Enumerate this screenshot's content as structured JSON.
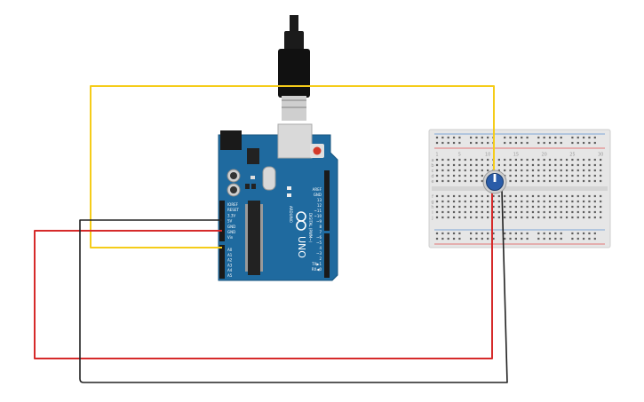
{
  "board": {
    "brand": "ARDUINO",
    "model": "UNO",
    "digital_header": "DIGITAL (PWM~)",
    "analog_header": "ANALOG IN",
    "power_pins": [
      "IOREF",
      "RESET",
      "3.3V",
      "5V",
      "GND",
      "GND",
      "Vin"
    ],
    "analog_pins": [
      "A0",
      "A1",
      "A2",
      "A3",
      "A4",
      "A5"
    ],
    "digital_pins": [
      "AREF",
      "GND",
      "13",
      "12",
      "~11",
      "~10",
      "~9",
      "8",
      "7",
      "~6",
      "~5",
      "4",
      "~3",
      "2",
      "TX▶1",
      "RX◀0"
    ]
  },
  "breadboard": {
    "column_numbers": [
      "1",
      "5",
      "10",
      "15",
      "20",
      "25",
      "30"
    ],
    "row_letters": [
      "a",
      "b",
      "c",
      "d",
      "e",
      "f",
      "g",
      "h",
      "i",
      "j"
    ]
  },
  "colors": {
    "wire_yellow": "#f5cc19",
    "wire_red": "#d62a2a",
    "wire_black": "#222222",
    "board_blue": "#1f6a9f",
    "breadboard": "#e6e6e6",
    "pot_knob": "#2a5ca8"
  },
  "components": {
    "usb_cable": "usb-cable",
    "potentiometer": "potentiometer"
  }
}
